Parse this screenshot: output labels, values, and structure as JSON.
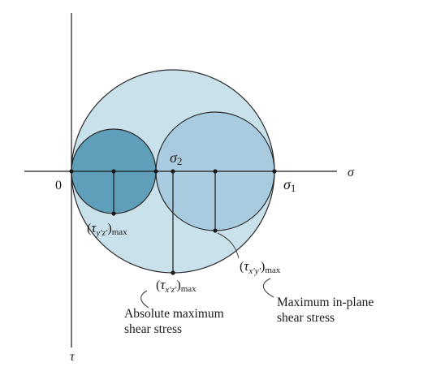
{
  "diagram": {
    "colors": {
      "outer_circle": "#c9e1ea",
      "small_circle": "#5f9fb9",
      "right_circle": "#a9cbe0",
      "stroke": "#2a2a2a"
    },
    "axes": {
      "sigma_label": "σ",
      "tau_label": "τ",
      "origin_label": "0"
    },
    "points": {
      "sigma2": {
        "symbol": "σ",
        "subscript": "2"
      },
      "sigma1": {
        "symbol": "σ",
        "subscript": "1"
      }
    },
    "labels": {
      "tau_yz": {
        "open": "(",
        "symbol": "τ",
        "subscript": "y′z′",
        "close": ")",
        "suffix": "max"
      },
      "tau_xy": {
        "open": "(",
        "symbol": "τ",
        "subscript": "x′y′",
        "close": ")",
        "suffix": "max"
      },
      "tau_xz": {
        "open": "(",
        "symbol": "τ",
        "subscript": "x′z′",
        "close": ")",
        "suffix": "max"
      }
    },
    "annotations": {
      "in_plane_line1": "Maximum in-plane",
      "in_plane_line2": "shear stress",
      "absolute_line1": "Absolute maximum",
      "absolute_line2": "shear stress"
    }
  }
}
